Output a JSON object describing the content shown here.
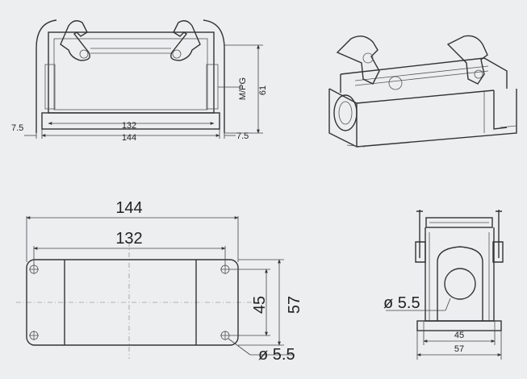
{
  "front_view": {
    "dim_132": "132",
    "dim_144": "144",
    "dim_left_7_5": "7.5",
    "dim_right_7_5": "7.5",
    "dim_61": "61",
    "label_mpg": "M/PG"
  },
  "top_view": {
    "dim_144": "144",
    "dim_132": "132",
    "dim_45": "45",
    "dim_57": "57",
    "dim_hole": "ø 5.5"
  },
  "side_view": {
    "dim_hole": "ø 5.5",
    "dim_45": "45",
    "dim_57": "57"
  }
}
